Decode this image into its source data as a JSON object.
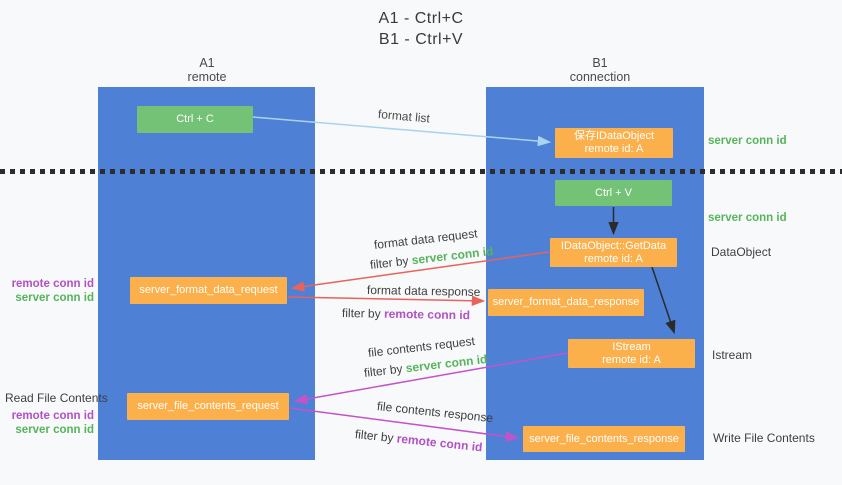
{
  "title": {
    "line1": "A1 - Ctrl+C",
    "line2": "B1 - Ctrl+V"
  },
  "columns": {
    "left": {
      "id": "A1",
      "name": "remote"
    },
    "right": {
      "id": "B1",
      "name": "connection"
    }
  },
  "boxes": {
    "ctrl_c": "Ctrl + C",
    "save_idataobject": {
      "line1": "保存IDataObject",
      "line2": "remote id: A"
    },
    "ctrl_v": "Ctrl + V",
    "getdata": {
      "line1": "IDataObject::GetData",
      "line2": "remote id: A"
    },
    "format_request": "server_format_data_request",
    "format_response": "server_format_data_response",
    "istream": {
      "line1": "IStream",
      "line2": "remote id: A"
    },
    "file_request": "server_file_contents_request",
    "file_response": "server_file_contents_response"
  },
  "side_labels": {
    "server_conn_id_top": "server conn id",
    "server_conn_id_mid": "server conn id",
    "dataobject": "DataObject",
    "istream": "Istream",
    "write_file_contents": "Write File Contents",
    "read_file_contents": "Read File Contents",
    "remote_conn_id_fmt": "remote conn id",
    "server_conn_id_fmt": "server conn id",
    "remote_conn_id_file": "remote conn id",
    "server_conn_id_file": "server conn id"
  },
  "arrow_labels": {
    "format_list": "format list",
    "format_data_request": "format data request",
    "format_data_response": "format data response",
    "file_contents_request": "file contents request",
    "file_contents_response": "file contents response",
    "filter_by": "filter by",
    "server_conn_id": "server conn id",
    "remote_conn_id": "remote conn id"
  },
  "colors": {
    "background": "#f8f9fa",
    "column_blue": "#4e80d6",
    "box_orange": "#fbb04c",
    "box_green": "#74c276",
    "arrow_blue": "#a9d4ef",
    "arrow_red": "#e8635c",
    "arrow_magenta": "#c353c9",
    "arrow_black": "#2b2b2b",
    "text_green": "#56b45c",
    "text_purple": "#b151c4",
    "text_dark": "#3f3f3f"
  }
}
